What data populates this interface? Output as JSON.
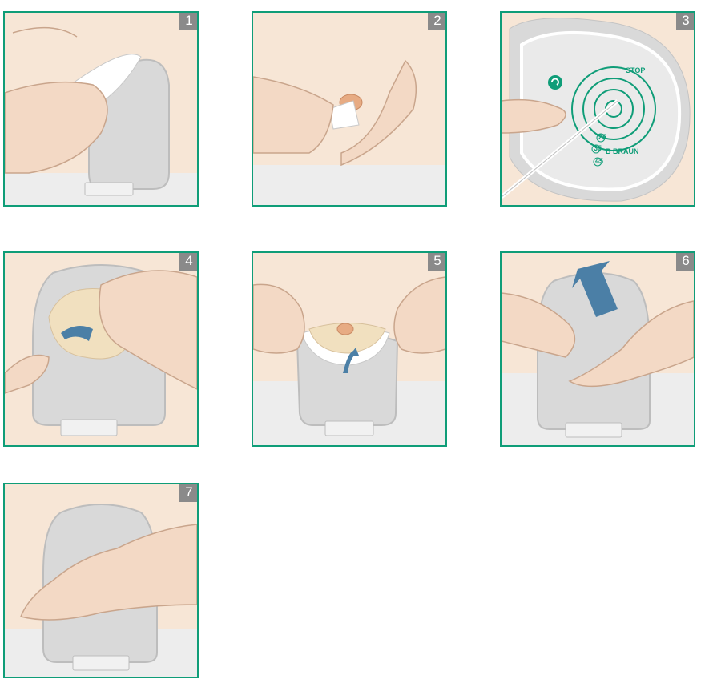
{
  "steps": [
    {
      "number": "1"
    },
    {
      "number": "2"
    },
    {
      "number": "3"
    },
    {
      "number": "4"
    },
    {
      "number": "5"
    },
    {
      "number": "6"
    },
    {
      "number": "7"
    }
  ],
  "wafer": {
    "brand": "B BRAUN",
    "stop_label": "STOP",
    "sizes": [
      "25",
      "35",
      "45"
    ]
  },
  "colors": {
    "border": "#0f9d78",
    "badge": "#8a8a8a",
    "skin": "#f7e6d6",
    "pouch": "#d9d9d9",
    "arrow": "#4b7fa6"
  }
}
